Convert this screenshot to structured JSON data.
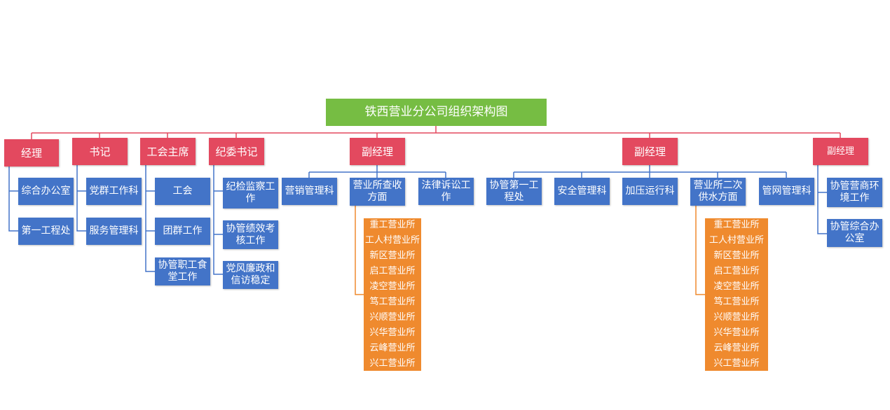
{
  "title": "铁西营业分公司组织架构图",
  "colors": {
    "title_bg": "#76bd43",
    "leader_bg": "#e3495f",
    "dept_bg": "#4374c8",
    "office_bg": "#ef8a2e",
    "top_connector": "#e3495f",
    "dept_connector": "#4374c8",
    "office_connector": "#ef8a2e"
  },
  "leaders": [
    {
      "label": "经理",
      "departments": [
        "综合办公室",
        "第一工程处"
      ]
    },
    {
      "label": "书记",
      "departments": [
        "党群工作科",
        "服务管理科"
      ]
    },
    {
      "label": "工会主席",
      "departments": [
        "工会",
        "团群工作",
        "协管职工食堂工作"
      ]
    },
    {
      "label": "纪委书记",
      "departments": [
        "纪检监察工作",
        "协管绩效考核工作",
        "党风廉政和信访稳定"
      ]
    },
    {
      "label": "副经理",
      "departments": [
        "营销管理科",
        "营业所查收方面",
        "法律诉讼工作"
      ]
    },
    {
      "label": "副经理",
      "departments": [
        "协管第一工程处",
        "安全管理科",
        "加压运行科",
        "营业所二次供水方面",
        "管网管理科"
      ]
    },
    {
      "label": "副经理",
      "departments": [
        "协管营商环境工作",
        "协管综合办公室"
      ]
    }
  ],
  "office_groups": [
    {
      "under": "营业所查收方面",
      "offices": [
        "重工营业所",
        "工人村营业所",
        "新区营业所",
        "启工营业所",
        "凌空营业所",
        "笃工营业所",
        "兴顺营业所",
        "兴华营业所",
        "云峰营业所",
        "兴工营业所"
      ]
    },
    {
      "under": "营业所二次供水方面",
      "offices": [
        "重工营业所",
        "工人村营业所",
        "新区营业所",
        "启工营业所",
        "凌空营业所",
        "笃工营业所",
        "兴顺营业所",
        "兴华营业所",
        "云峰营业所",
        "兴工营业所"
      ]
    }
  ]
}
